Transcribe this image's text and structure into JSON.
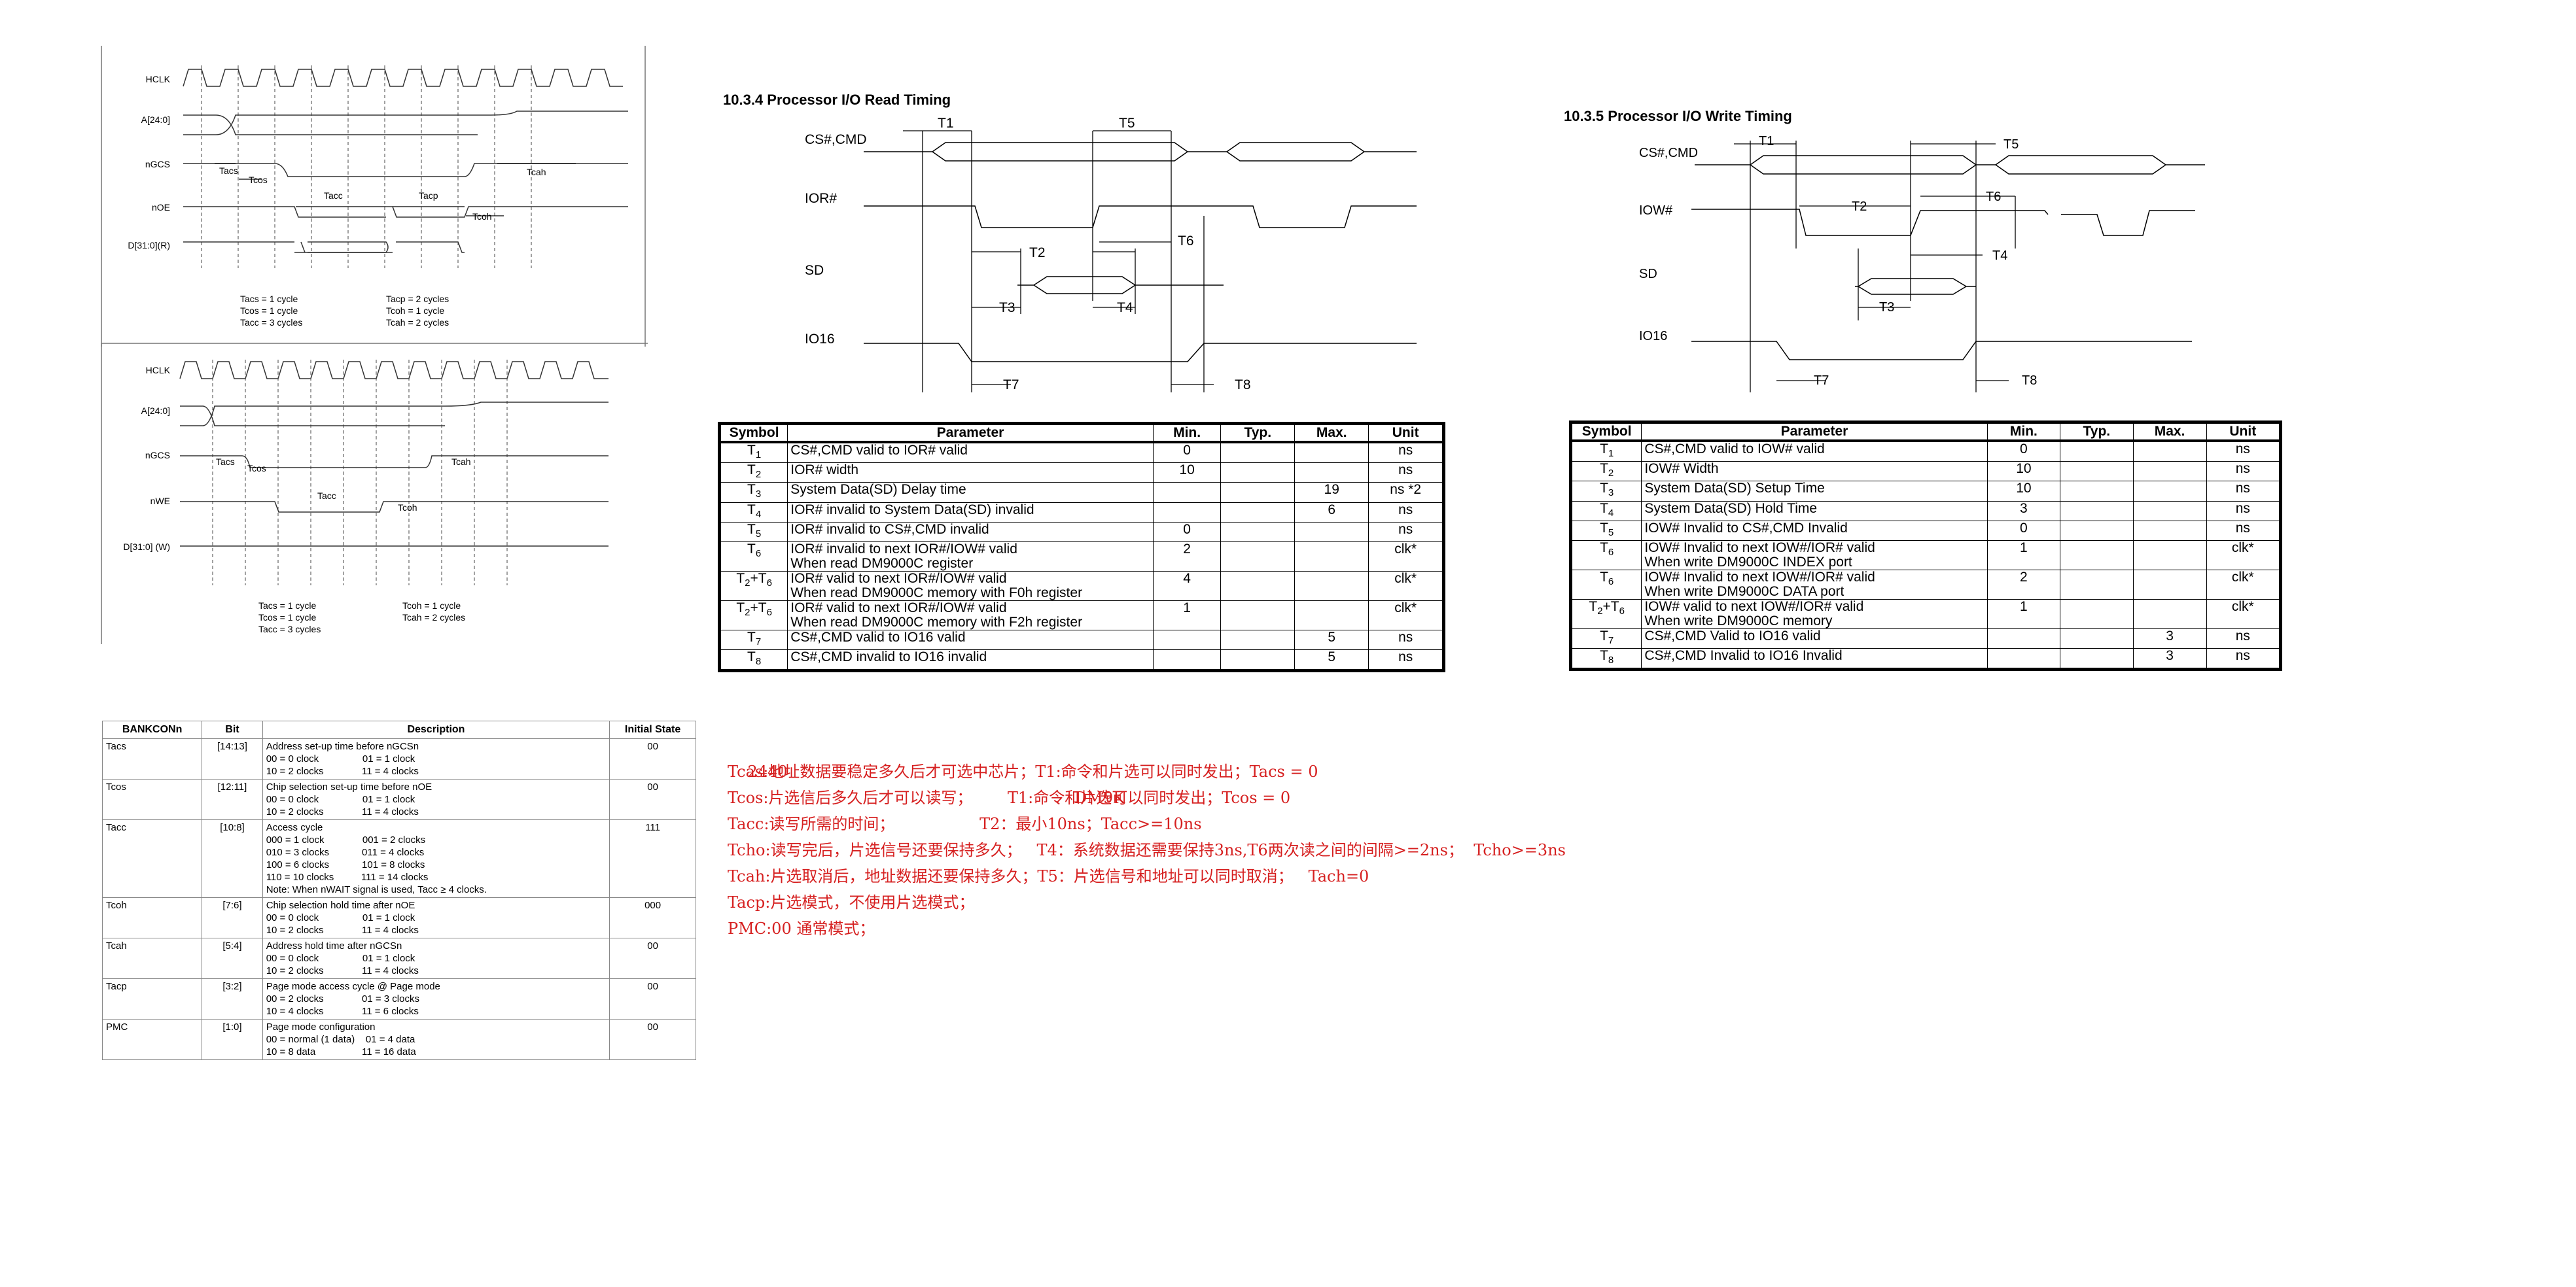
{
  "diagrams": {
    "top_left": {
      "signals": [
        "HCLK",
        "A[24:0]",
        "nGCS",
        "nOE",
        "D[31:0](R)"
      ],
      "labels": {
        "tacs": "Tacs",
        "tcos": "Tcos",
        "tacc": "Tacc",
        "tacp": "Tacp",
        "tcoh": "Tcoh",
        "tcah": "Tcah"
      },
      "notes": [
        "Tacs = 1 cycle",
        "Tcos = 1 cycle",
        "Tacc = 3 cycles",
        "Tacp = 2 cycles",
        "Tcoh = 1 cycle",
        "Tcah = 2 cycles"
      ]
    },
    "bottom_left": {
      "signals": [
        "HCLK",
        "A[24:0]",
        "nGCS",
        "nWE",
        "D[31:0] (W)"
      ],
      "labels": {
        "tacs": "Tacs",
        "tcos": "Tcos",
        "tacc": "Tacc",
        "tcoh": "Tcoh",
        "tcah": "Tcah"
      },
      "notes": [
        "Tacs = 1 cycle",
        "Tcos = 1 cycle",
        "Tacc = 3 cycles",
        "Tcoh = 1 cycle",
        "Tcah = 2 cycles"
      ]
    },
    "read": {
      "title": "10.3.4 Processor I/O Read Timing",
      "signals": [
        "CS#,CMD",
        "IOR#",
        "SD",
        "IO16"
      ],
      "labels": [
        "T1",
        "T5",
        "T2",
        "T6",
        "T3",
        "T4",
        "T7",
        "T8"
      ]
    },
    "write": {
      "title": "10.3.5 Processor I/O Write Timing",
      "signals": [
        "CS#,CMD",
        "IOW#",
        "SD",
        "IO16"
      ],
      "labels": [
        "T1",
        "T5",
        "T2",
        "T6",
        "T4",
        "T3",
        "T7",
        "T8"
      ]
    }
  },
  "read_table": {
    "headers": [
      "Symbol",
      "Parameter",
      "Min.",
      "Typ.",
      "Max.",
      "Unit"
    ],
    "rows": [
      {
        "sym": "T1",
        "param": "CS#,CMD valid to IOR# valid",
        "min": "0",
        "typ": "",
        "max": "",
        "unit": "ns"
      },
      {
        "sym": "T2",
        "param": "IOR# width",
        "min": "10",
        "typ": "",
        "max": "",
        "unit": "ns"
      },
      {
        "sym": "T3",
        "param": "System Data(SD) Delay time",
        "min": "",
        "typ": "",
        "max": "19",
        "unit": "ns *2"
      },
      {
        "sym": "T4",
        "param": "IOR# invalid to System Data(SD) invalid",
        "min": "",
        "typ": "",
        "max": "6",
        "unit": "ns"
      },
      {
        "sym": "T5",
        "param": "IOR# invalid to CS#,CMD invalid",
        "min": "0",
        "typ": "",
        "max": "",
        "unit": "ns"
      },
      {
        "sym": "T6",
        "param": "IOR# invalid to next IOR#/IOW# valid\nWhen read DM9000C register",
        "min": "2",
        "typ": "",
        "max": "",
        "unit": "clk*"
      },
      {
        "sym": "T2+T6",
        "param": "IOR# valid to next IOR#/IOW# valid\nWhen read DM9000C memory with F0h register",
        "min": "4",
        "typ": "",
        "max": "",
        "unit": "clk*"
      },
      {
        "sym": "T2+T6",
        "param": "IOR# valid to next IOR#/IOW# valid\nWhen read DM9000C memory with F2h register",
        "min": "1",
        "typ": "",
        "max": "",
        "unit": "clk*"
      },
      {
        "sym": "T7",
        "param": "CS#,CMD valid to IO16 valid",
        "min": "",
        "typ": "",
        "max": "5",
        "unit": "ns"
      },
      {
        "sym": "T8",
        "param": "CS#,CMD invalid to IO16 invalid",
        "min": "",
        "typ": "",
        "max": "5",
        "unit": "ns"
      }
    ]
  },
  "write_table": {
    "headers": [
      "Symbol",
      "Parameter",
      "Min.",
      "Typ.",
      "Max.",
      "Unit"
    ],
    "rows": [
      {
        "sym": "T1",
        "param": "CS#,CMD valid to IOW# valid",
        "min": "0",
        "typ": "",
        "max": "",
        "unit": "ns"
      },
      {
        "sym": "T2",
        "param": "IOW# Width",
        "min": "10",
        "typ": "",
        "max": "",
        "unit": "ns"
      },
      {
        "sym": "T3",
        "param": "System Data(SD) Setup Time",
        "min": "10",
        "typ": "",
        "max": "",
        "unit": "ns"
      },
      {
        "sym": "T4",
        "param": "System Data(SD) Hold Time",
        "min": "3",
        "typ": "",
        "max": "",
        "unit": "ns"
      },
      {
        "sym": "T5",
        "param": "IOW# Invalid to CS#,CMD Invalid",
        "min": "0",
        "typ": "",
        "max": "",
        "unit": "ns"
      },
      {
        "sym": "T6",
        "param": "IOW# Invalid to next IOW#/IOR# valid\nWhen write DM9000C INDEX port",
        "min": "1",
        "typ": "",
        "max": "",
        "unit": "clk*"
      },
      {
        "sym": "T6",
        "param": "IOW# Invalid to next IOW#/IOR# valid\nWhen write DM9000C DATA port",
        "min": "2",
        "typ": "",
        "max": "",
        "unit": "clk*"
      },
      {
        "sym": "T2+T6",
        "param": "IOW# valid to next IOW#/IOR# valid\nWhen write DM9000C memory",
        "min": "1",
        "typ": "",
        "max": "",
        "unit": "clk*"
      },
      {
        "sym": "T7",
        "param": "CS#,CMD Valid to IO16 valid",
        "min": "",
        "typ": "",
        "max": "3",
        "unit": "ns"
      },
      {
        "sym": "T8",
        "param": "CS#,CMD Invalid to IO16 Invalid",
        "min": "",
        "typ": "",
        "max": "3",
        "unit": "ns"
      }
    ]
  },
  "bankcon": {
    "headers": [
      "BANKCONn",
      "Bit",
      "Description",
      "Initial State"
    ],
    "rows": [
      {
        "name": "Tacs",
        "bit": "[14:13]",
        "desc": "Address set-up time before nGCSn\n00 = 0 clock                01 = 1 clock\n10 = 2 clocks              11 = 4 clocks",
        "init": "00"
      },
      {
        "name": "Tcos",
        "bit": "[12:11]",
        "desc": "Chip selection set-up time before nOE\n00 = 0 clock                01 = 1 clock\n10 = 2 clocks              11 = 4 clocks",
        "init": "00"
      },
      {
        "name": "Tacc",
        "bit": "[10:8]",
        "desc": "Access cycle\n000 = 1 clock              001 = 2 clocks\n010 = 3 clocks            011 = 4 clocks\n100 = 6 clocks            101 = 8 clocks\n110 = 10 clocks          111 = 14 clocks\nNote: When nWAIT signal is used, Tacc ≥ 4 clocks.",
        "init": "111"
      },
      {
        "name": "Tcoh",
        "bit": "[7:6]",
        "desc": "Chip selection hold time after nOE\n00 = 0 clock                01 = 1 clock\n10 = 2 clocks              11 = 4 clocks",
        "init": "000"
      },
      {
        "name": "Tcah",
        "bit": "[5:4]",
        "desc": "Address hold time after nGCSn\n00 = 0 clock                01 = 1 clock\n10 = 2 clocks              11 = 4 clocks",
        "init": "00"
      },
      {
        "name": "Tacp",
        "bit": "[3:2]",
        "desc": "Page mode access cycle @ Page mode\n00 = 2 clocks              01 = 3 clocks\n10 = 4 clocks              11 = 6 clocks",
        "init": "00"
      },
      {
        "name": "PMC",
        "bit": "[1:0]",
        "desc": "Page mode configuration\n00 = normal (1 data)    01 = 4 data\n10 = 8 data                 11 = 16 data",
        "init": "00"
      }
    ]
  },
  "notes": {
    "color": "#d62020",
    "header_2440": "2440",
    "header_dm9k": "DM9K",
    "lines": [
      "Tcas:地址数据要稳定多久后才可选中芯片；T1:命令和片选可以同时发出；Tacs = 0",
      "Tcos:片选信后多久后才可以读写；       T1:命令和片选可以同时发出；Tcos = 0",
      "Tacc:读写所需的时间；                 T2：最小10ns；Tacc>=10ns",
      "Tcho:读写完后，片选信号还要保持多久；   T4：系统数据还需要保持3ns,T6两次读之间的间隔>=2ns；  Tcho>=3ns",
      "Tcah:片选取消后，地址数据还要保持多久；T5：片选信号和地址可以同时取消；   Tach=0",
      "Tacp:片选模式，不使用片选模式；",
      "PMC:00 通常模式；"
    ]
  }
}
